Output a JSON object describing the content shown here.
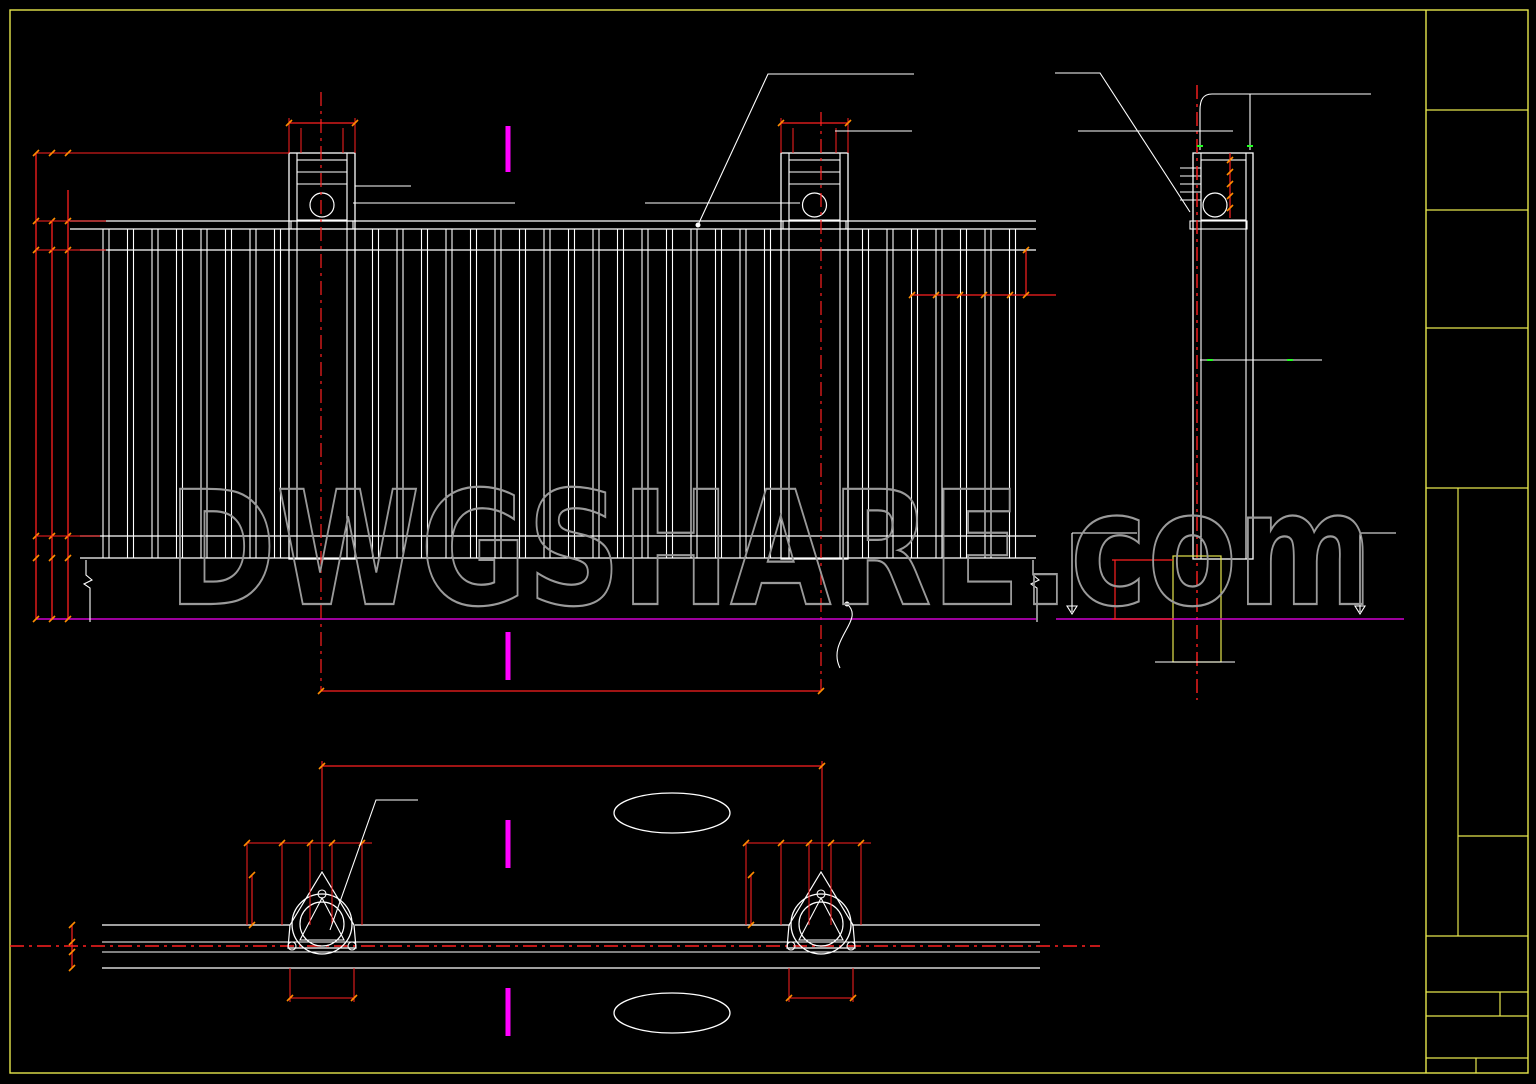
{
  "drawing": {
    "background": "#000000",
    "colors": {
      "frame": "#e6e64c",
      "geometry": "#ffffff",
      "dimension": "#ff2020",
      "tick": "#ff8c00",
      "axis": "#ff00ff",
      "ground": "#d000d0",
      "leader": "#ffffff",
      "marker": "#20ff20"
    }
  },
  "watermark": {
    "text": "DWGSHARE.com",
    "stroke": "#9a9a9a"
  },
  "views": {
    "front_elevation": {
      "name": "fence-front-elevation"
    },
    "side_section": {
      "name": "fence-side-section"
    },
    "plan_view": {
      "name": "fence-plan-view"
    }
  },
  "title_block": {
    "name": "drawing-title-block"
  }
}
